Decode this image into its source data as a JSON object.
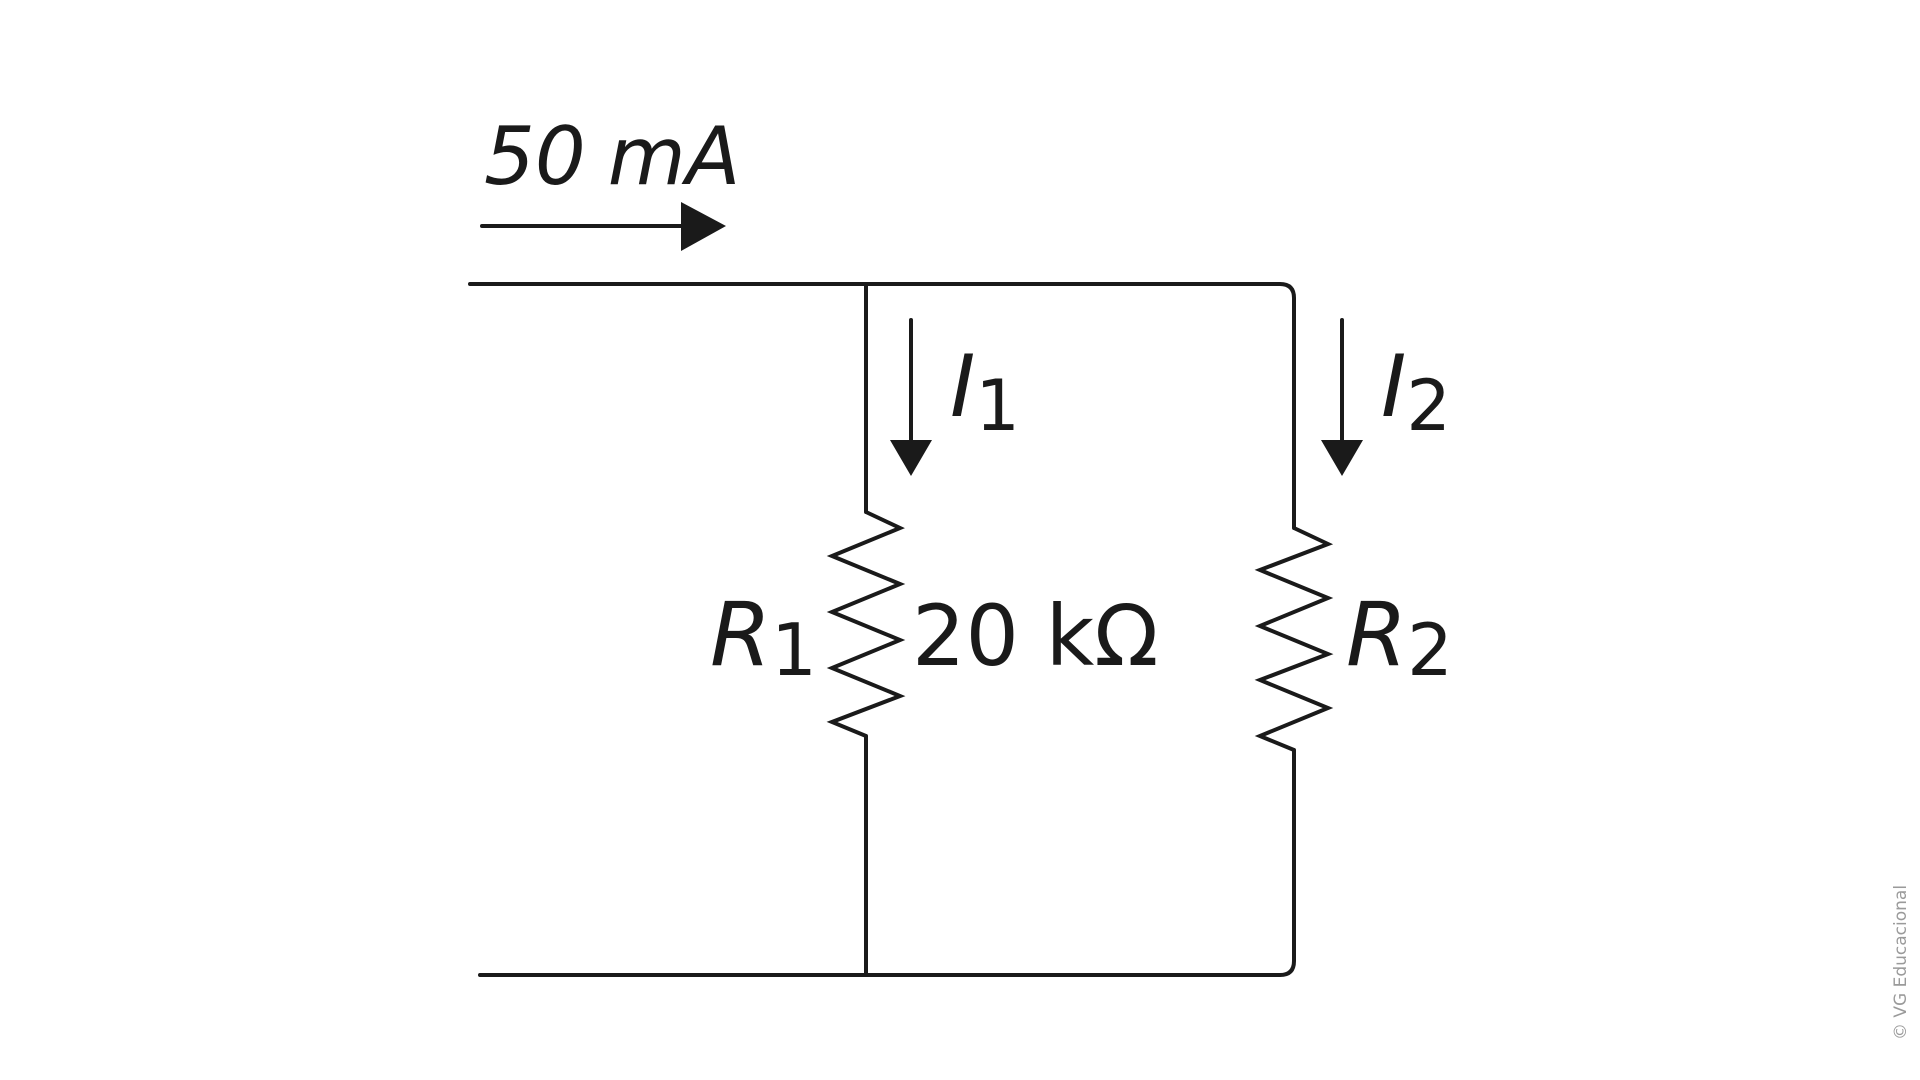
{
  "circuit": {
    "source_current": {
      "value": "50",
      "unit": "mA"
    },
    "branch_1": {
      "current_symbol": "I",
      "current_subscript": "1",
      "resistor_symbol": "R",
      "resistor_subscript": "1",
      "resistance": "20 kΩ"
    },
    "branch_2": {
      "current_symbol": "I",
      "current_subscript": "2",
      "resistor_symbol": "R",
      "resistor_subscript": "2"
    }
  },
  "credit": "© VG Educacional",
  "colors": {
    "ink": "#1a1a1a",
    "credit": "#9a9a9a",
    "background": "#ffffff"
  }
}
